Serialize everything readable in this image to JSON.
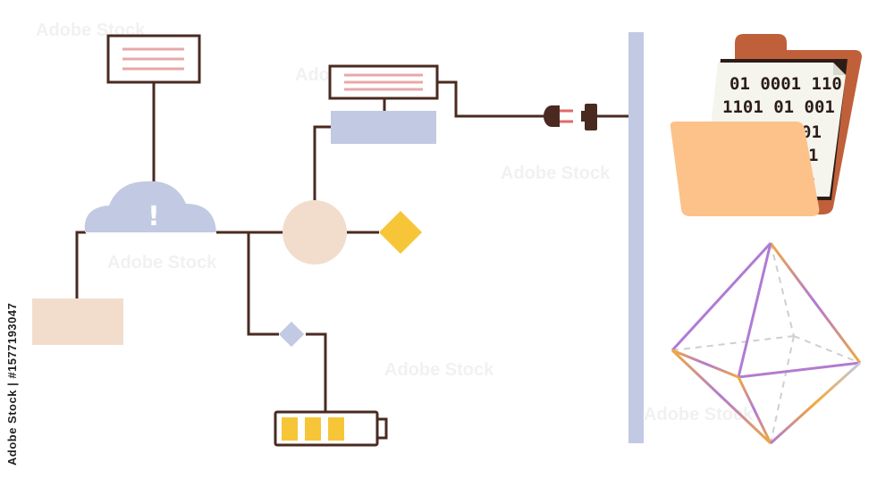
{
  "diagram": {
    "colors": {
      "line": "#4a2a20",
      "cloud": "#c2c9e3",
      "pale_block": "#f2ddcc",
      "blue_block": "#c2c9e3",
      "node_circle": "#f2ddcc",
      "diamond_yellow": "#f7c638",
      "diamond_blue": "#c2c9e3",
      "battery_cell": "#f7c638",
      "wall": "#c2c9e3",
      "plug": "#4a2a20",
      "folder_back": "#c0603a",
      "folder_front": "#fcc28a",
      "doc_paper": "#f5f5ee"
    },
    "alert_symbol": "!",
    "binary_lines": [
      "01 0001 110",
      "1101 01  001",
      "01",
      "1",
      "1"
    ],
    "icons": [
      "cloud-alert-icon",
      "battery-icon",
      "power-plug-icon",
      "socket-icon",
      "folder-binary-icon",
      "octahedron-icon"
    ]
  },
  "stock_id": "Adobe Stock | #1577193047",
  "watermark": "Adobe Stock"
}
